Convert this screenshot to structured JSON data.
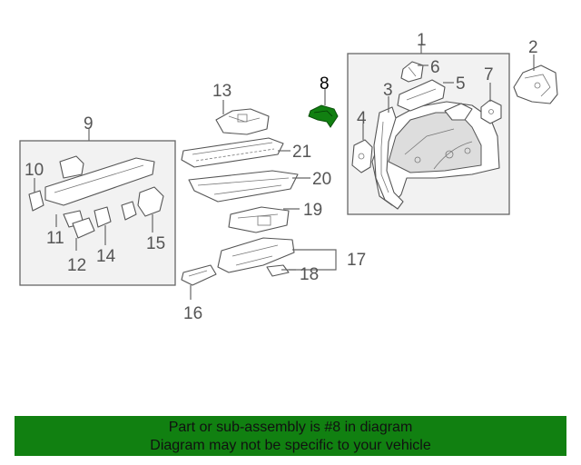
{
  "callouts": {
    "c1": "1",
    "c2": "2",
    "c3": "3",
    "c4": "4",
    "c5": "5",
    "c6": "6",
    "c7": "7",
    "c8": "8",
    "c9": "9",
    "c10": "10",
    "c11": "11",
    "c12": "12",
    "c13": "13",
    "c14": "14",
    "c15": "15",
    "c16": "16",
    "c17": "17",
    "c18": "18",
    "c19": "19",
    "c20": "20",
    "c21": "21"
  },
  "highlighted_part": "8",
  "colors": {
    "highlight": "#118011",
    "banner_bg": "#118011",
    "line": "#666666",
    "box_fill": "#f2f2f2"
  },
  "banner": {
    "line1": "Part or sub-assembly is #8 in diagram",
    "line2": "Diagram may not be specific to your vehicle"
  }
}
